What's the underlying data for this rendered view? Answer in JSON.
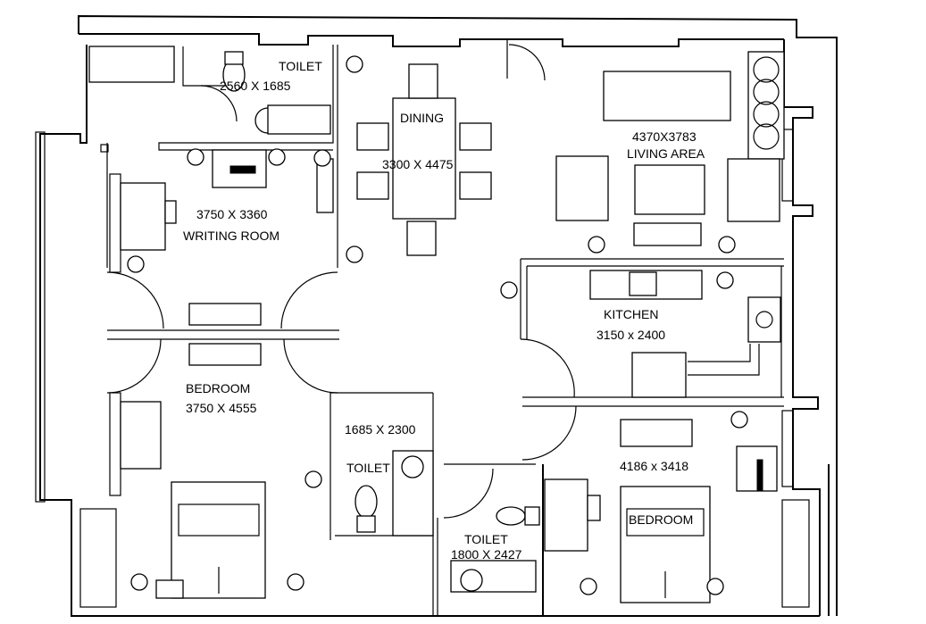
{
  "plan": {
    "rooms": [
      {
        "id": "toilet-top",
        "name": "TOILET",
        "size": "2560 X 1685"
      },
      {
        "id": "dining",
        "name": "DINING",
        "size": "3300 X 4475"
      },
      {
        "id": "living",
        "name": "LIVING AREA",
        "size": "4370X3783"
      },
      {
        "id": "writing",
        "name": "WRITING ROOM",
        "size": "3750 X 3360"
      },
      {
        "id": "kitchen",
        "name": "KITCHEN",
        "size": "3150 x 2400"
      },
      {
        "id": "bedroom-left",
        "name": "BEDROOM",
        "size": "3750 X 4555"
      },
      {
        "id": "toilet-mid",
        "name": "TOILET",
        "size": "1685 X 2300"
      },
      {
        "id": "bedroom-right",
        "name": "BEDROOM",
        "size": "4186 x 3418"
      },
      {
        "id": "toilet-bottom",
        "name": "TOILET",
        "size": "1800 X 2427"
      }
    ]
  }
}
